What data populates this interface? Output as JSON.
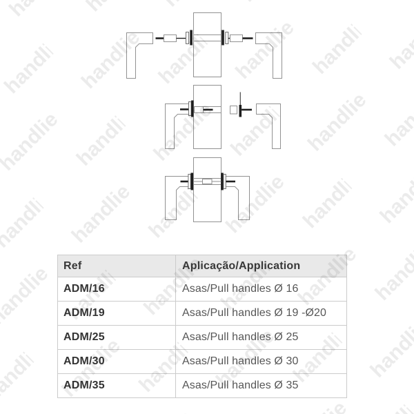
{
  "watermark": {
    "text": "handlie"
  },
  "drawing": {
    "outline_color": "#919191",
    "hardware_color": "#1f1f1f",
    "diagram_count": 3
  },
  "table": {
    "header": {
      "ref": "Ref",
      "application": "Aplicação/Application"
    },
    "rows": [
      {
        "ref": "ADM/16",
        "application": "Asas/Pull handles Ø 16"
      },
      {
        "ref": "ADM/19",
        "application": "Asas/Pull handles Ø 19 -Ø20"
      },
      {
        "ref": "ADM/25",
        "application": "Asas/Pull handles Ø 25"
      },
      {
        "ref": "ADM/30",
        "application": "Asas/Pull handles Ø 30"
      },
      {
        "ref": "ADM/35",
        "application": "Asas/Pull handles Ø 35"
      }
    ],
    "colors": {
      "header_bg": "#e9e9e9",
      "border": "#cbcbcb",
      "text_dark": "#383838",
      "text_gray": "#565656"
    }
  }
}
